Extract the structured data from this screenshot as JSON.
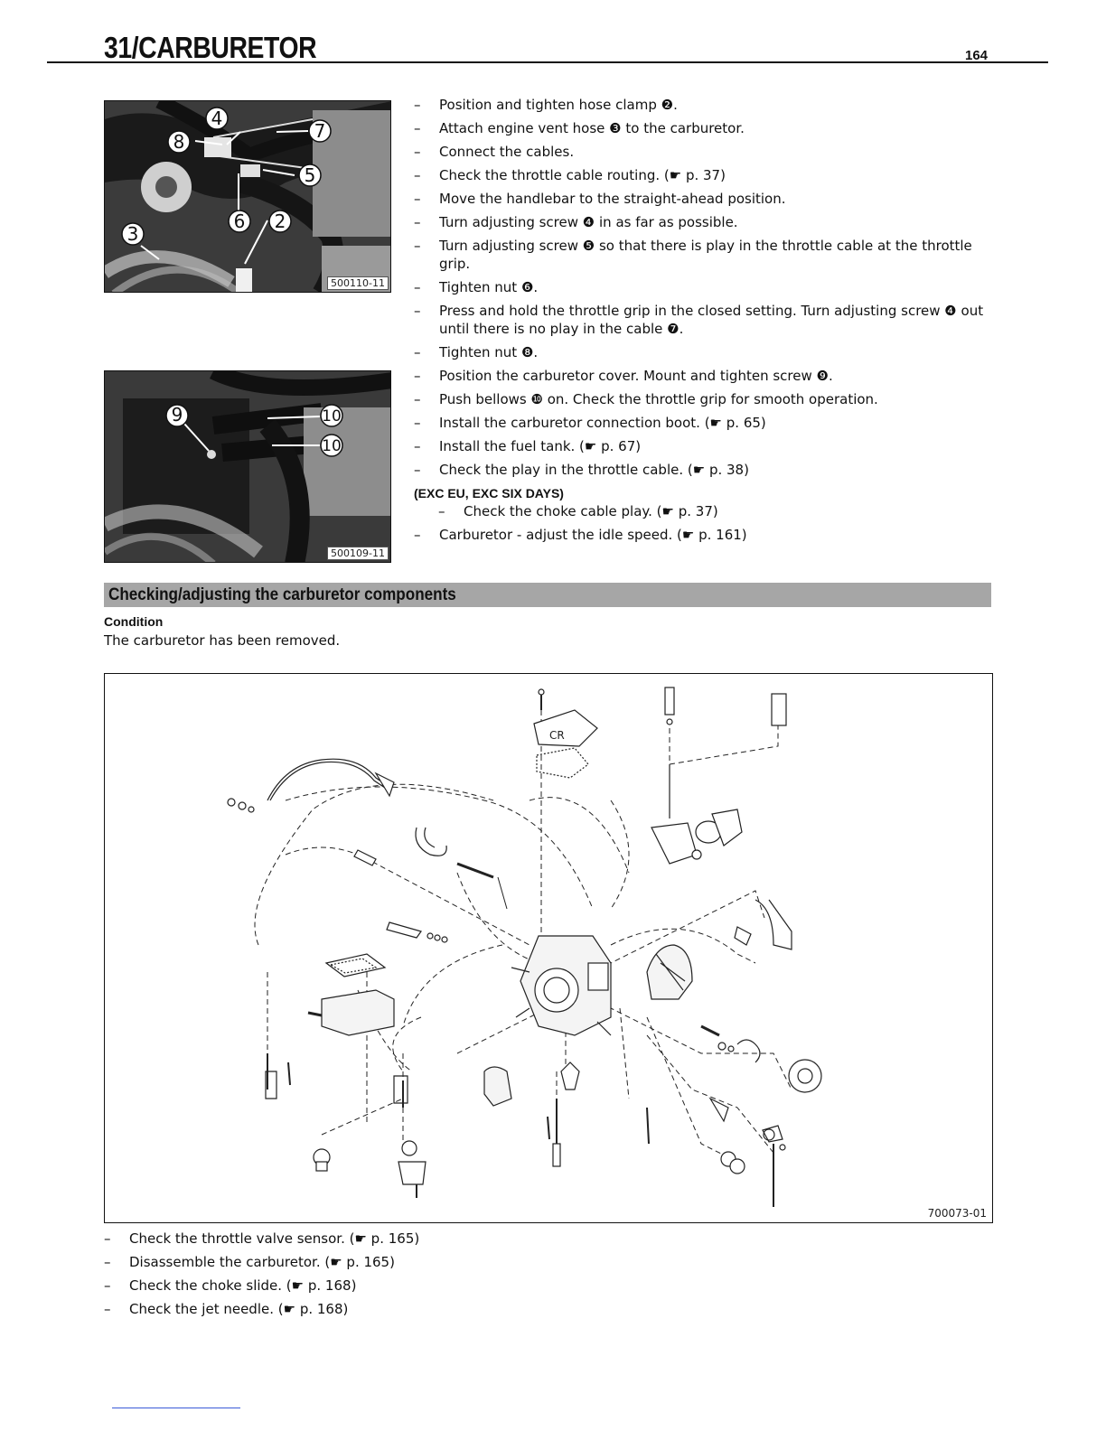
{
  "header": {
    "chapter_title": "31/CARBURETOR",
    "page_number": "164"
  },
  "photos": {
    "top_id": "500110-11",
    "bottom_id": "500109-11",
    "top_callouts": [
      "4",
      "7",
      "8",
      "5",
      "6",
      "2",
      "3"
    ],
    "bottom_callouts": [
      "9",
      "10",
      "10"
    ]
  },
  "steps": [
    "Position and tighten hose clamp ❷.",
    "Attach engine vent hose ❸ to the carburetor.",
    "Connect the cables.",
    "Check the throttle cable routing. (☛ p. 37)",
    "Move the handlebar to the straight-ahead position.",
    "Turn adjusting screw ❹ in as far as possible.",
    "Turn adjusting screw ❺ so that there is play in the throttle cable at the throttle grip.",
    "Tighten nut ❻.",
    "Press and hold the throttle grip in the closed setting. Turn adjusting screw ❹ out until there is no play in the cable ❼.",
    "Tighten nut ❽.",
    "Position the carburetor cover. Mount and tighten screw ❾.",
    "Push bellows ❿ on. Check the throttle grip for smooth operation.",
    "Install the carburetor connection boot. (☛ p. 65)",
    "Install the fuel tank. (☛ p. 67)",
    "Check the play in the throttle cable. (☛ p. 38)"
  ],
  "variant": {
    "label": "(EXC EU, EXC SIX DAYS)",
    "sub_step": "Check the choke cable play. (☛ p. 37)"
  },
  "final_step": "Carburetor - adjust the idle speed. (☛ p. 161)",
  "section": {
    "title": "Checking/adjusting the carburetor components",
    "condition_label": "Condition",
    "condition_text": "The carburetor has been removed."
  },
  "diagram": {
    "id": "700073-01"
  },
  "checks": [
    "Check the throttle valve sensor. (☛ p. 165)",
    "Disassemble the carburetor. (☛ p. 165)",
    "Check the choke slide. (☛ p. 168)",
    "Check the jet needle. (☛ p. 168)"
  ]
}
